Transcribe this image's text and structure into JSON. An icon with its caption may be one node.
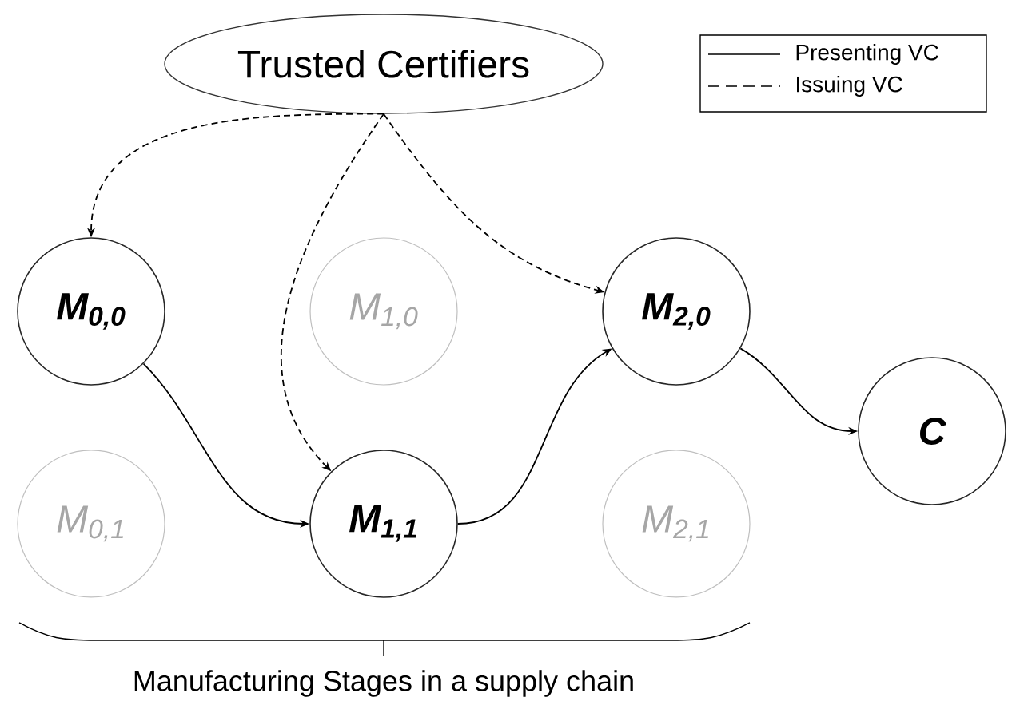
{
  "diagram": {
    "nodes": [
      {
        "text": [
          "Trusted Certifiers"
        ]
      },
      {
        "text": [
          "M$_{0,0}$"
        ]
      },
      {
        "text": [
          "M$_{1,0}$"
        ]
      },
      {
        "text": [
          "M$_{2,0}$"
        ]
      },
      {
        "text": [
          "C"
        ]
      },
      {
        "text": [
          "M$_{0,1}$"
        ]
      },
      {
        "text": [
          "M$_{1,1}$"
        ]
      },
      {
        "text": [
          "M$_{2,1}$"
        ]
      }
    ],
    "edges": [
      {
        "from": 0,
        "to": 1,
        "arrow": "to",
        "style": "dashed"
      },
      {
        "from": 0,
        "to": 6,
        "arrow": "to",
        "style": "dashed"
      },
      {
        "from": 0,
        "to": 3,
        "arrow": "to",
        "style": "dashed"
      },
      {
        "from": 1,
        "to": 6,
        "arrow": "to"
      },
      {
        "from": 6,
        "to": 3,
        "arrow": "to"
      },
      {
        "from": 3,
        "to": 4,
        "arrow": "to"
      }
    ],
    "labels": [
      "Manufacturing Stages in a supply chain"
    ],
    "legend": [
      {
        "text": "Presenting VC"
      },
      {
        "text": "Issuing VC"
      }
    ]
  }
}
